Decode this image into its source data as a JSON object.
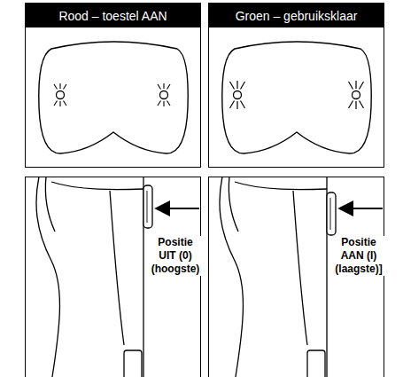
{
  "diagram": {
    "nodes": [
      {
        "text": [
          "Rood – toestel AAN"
        ]
      },
      {
        "text": [
          "Groen – gebruiksklaar"
        ]
      },
      {
        "text": [
          "Positie UIT (0) (hoogste)"
        ]
      },
      {
        "text": [
          "Positie AAN (I) (laagste)]"
        ]
      }
    ]
  }
}
